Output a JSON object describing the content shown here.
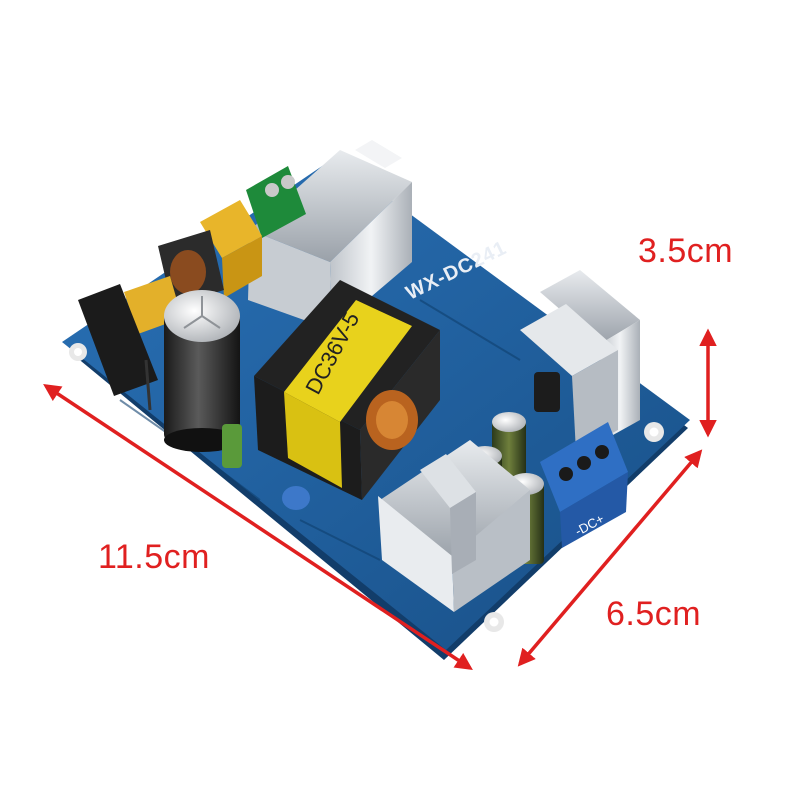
{
  "dimensions": {
    "height": "3.5cm",
    "length": "11.5cm",
    "width": "6.5cm"
  },
  "board_markings": {
    "model": "WX-DC241",
    "transformer": "DC36V-5",
    "output_terminal": "-DC+"
  },
  "colors": {
    "arrow": "#e02020",
    "pcb": "#1f5f9e",
    "heatsink": "#d9dde2",
    "transformer_tape": "#e8d21c",
    "terminal_block": "#2f6fc4"
  }
}
